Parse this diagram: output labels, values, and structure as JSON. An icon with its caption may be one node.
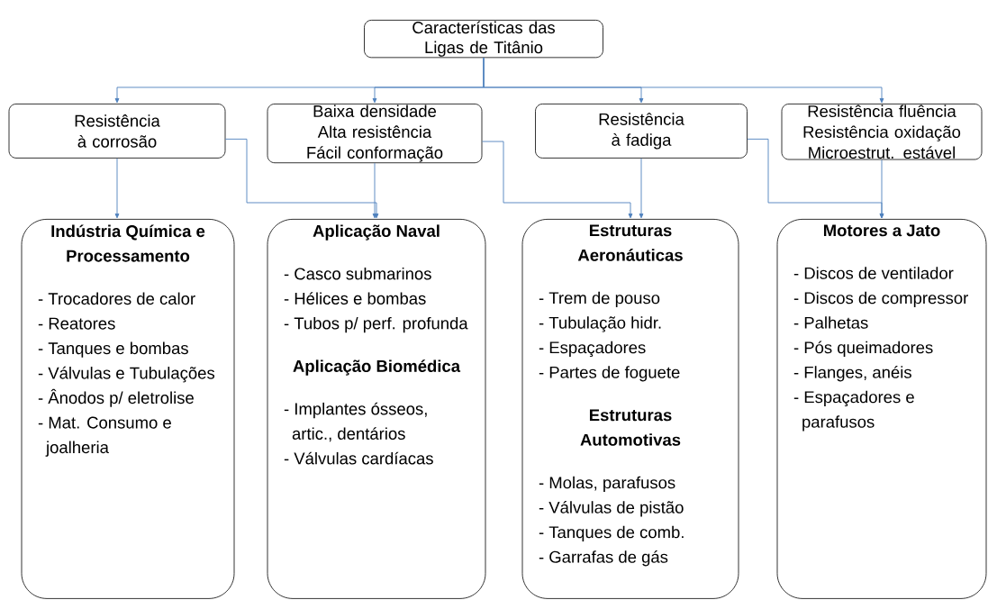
{
  "diagram": {
    "nodes": [
      {
        "text": [
          "Características das Ligas de Titânio"
        ]
      },
      {
        "text": [
          "Resistência à corrosão"
        ]
      },
      {
        "text": [
          "Baixa densidade",
          "Alta resistência",
          "Fácil conformação"
        ]
      },
      {
        "text": [
          "Resistência à fadiga"
        ]
      },
      {
        "text": [
          "Resistência fluência",
          "Resistência oxidação",
          "Microestrut. estável"
        ]
      },
      {
        "text": [
          "Indústria Química e Processamento",
          "- Trocadores de calor",
          "- Reatores",
          "- Tanques e bombas",
          "- Válvulas e Tubulações",
          "- Ânodos p/ eletrolise",
          "- Mat. Consumo e joalheria"
        ]
      },
      {
        "text": [
          "Aplicação Naval",
          "- Casco submarinos",
          "- Hélices e bombas",
          "- Tubos p/ perf. profunda",
          "Aplicação Biomédica",
          "- Implantes ósseos, artic., dentários",
          "- Válvulas cardíacas"
        ]
      },
      {
        "text": [
          "Estruturas Aeronáuticas",
          "- Trem de pouso",
          "- Tubulação hidr.",
          "- Espaçadores",
          "- Partes de foguete",
          "Estruturas Automotivas",
          "- Molas, parafusos",
          "- Válvulas de pistão",
          "- Tanques de comb.",
          "- Garrafas de gás"
        ]
      },
      {
        "text": [
          "Motores a Jato",
          "- Discos de ventilador",
          "- Discos de compressor",
          "- Palhetas",
          "- Pós queimadores",
          "- Flanges, anéis",
          "- Espaçadores e parafusos"
        ]
      }
    ],
    "edges": [
      {
        "from": 0,
        "to": 1,
        "arrow": "to"
      },
      {
        "from": 0,
        "to": 2,
        "arrow": "to"
      },
      {
        "from": 0,
        "to": 3,
        "arrow": "to"
      },
      {
        "from": 0,
        "to": 4,
        "arrow": "to"
      },
      {
        "from": 1,
        "to": 5,
        "arrow": "to"
      },
      {
        "from": 1,
        "to": 6,
        "arrow": "to"
      },
      {
        "from": 2,
        "to": 6,
        "arrow": "to"
      },
      {
        "from": 2,
        "to": 7,
        "arrow": "to"
      },
      {
        "from": 3,
        "to": 7,
        "arrow": "to"
      },
      {
        "from": 3,
        "to": 8,
        "arrow": "to"
      },
      {
        "from": 4,
        "to": 8,
        "arrow": "to"
      }
    ]
  }
}
